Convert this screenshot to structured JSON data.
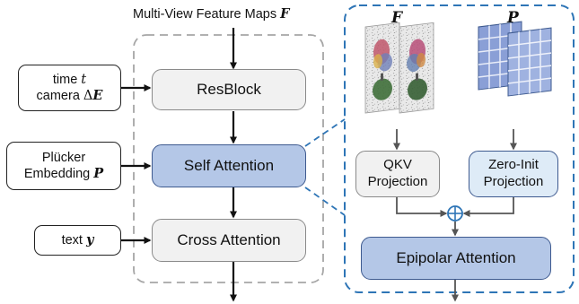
{
  "top_label": {
    "text": "Multi-View Feature Maps",
    "symbol": "F"
  },
  "inputs": {
    "time": {
      "line1": "time",
      "var1": "t",
      "line2": "camera",
      "var2_delta": "Δ",
      "var2": "E"
    },
    "plucker": {
      "line1": "Plücker",
      "line2": "Embedding",
      "var": "P"
    },
    "text": {
      "line1": "text",
      "var": "y"
    }
  },
  "blocks": {
    "resblock": "ResBlock",
    "self_attention": "Self Attention",
    "cross_attention": "Cross Attention"
  },
  "detail": {
    "feature_symbol": "F",
    "plucker_symbol": "P",
    "qkv": {
      "line1": "QKV",
      "line2": "Projection"
    },
    "zero_init": {
      "line1": "Zero-Init",
      "line2": "Projection"
    },
    "sum_symbol": "⊕",
    "epipolar": "Epipolar Attention"
  },
  "colors": {
    "gray_fill": "#f1f1f1",
    "blue_fill": "#b4c7e7",
    "light_blue_fill": "#deebf7",
    "dashed_blue": "#2e75b6",
    "dashed_gray": "#a6a6a6"
  }
}
